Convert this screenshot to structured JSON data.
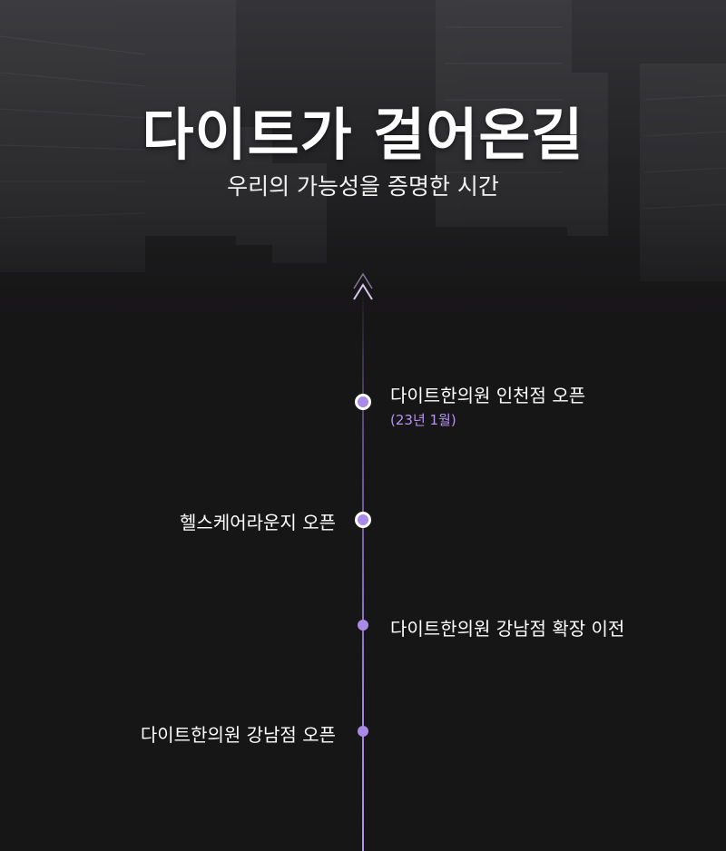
{
  "header": {
    "title": "다이트가 걸어온길",
    "subtitle": "우리의 가능성을 증명한 시간"
  },
  "timeline": {
    "events": [
      {
        "label": "다이트한의원 인천점 오픈",
        "date": "(23년 1월)"
      },
      {
        "label": "헬스케어라운지 오픈"
      },
      {
        "label": "다이트한의원 강남점 확장 이전"
      },
      {
        "label": "다이트한의원 강남점 오픈"
      }
    ]
  },
  "colors": {
    "accent": "#a98ae6",
    "date": "#b395f0",
    "background": "#171617"
  },
  "icons": {
    "top": "chevron-up-icon"
  }
}
